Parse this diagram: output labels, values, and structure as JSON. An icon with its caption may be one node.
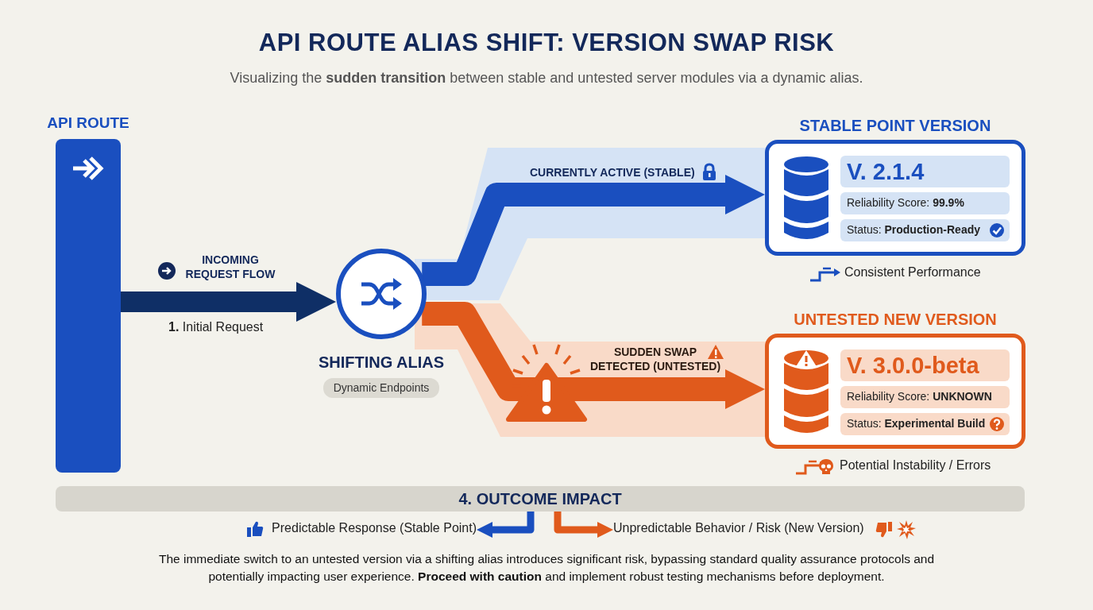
{
  "diagram": {
    "title": "API ROUTE ALIAS SHIFT: VERSION SWAP RISK",
    "caption": "Visualizing the **sudden transition** between stable and untested server modules via a dynamic alias.",
    "nodes": [
      {
        "text": [
          "API ROUTE"
        ]
      },
      {
        "text": [
          "SHIFTING ALIAS"
        ],
        "beside": [
          "Dynamic Endpoints"
        ]
      },
      {
        "text": [
          "STABLE POINT VERSION",
          "V. 2.1.4",
          "Reliability Score: **99.9%**",
          "Status: **Production-Ready**"
        ],
        "beside": [
          "Consistent Performance"
        ]
      },
      {
        "text": [
          "UNTESTED NEW VERSION",
          "V. 3.0.0-beta",
          "Reliability Score: **UNKNOWN**",
          "Status: **Experimental Build**"
        ],
        "beside": [
          "Potential Instability / Errors"
        ]
      },
      {
        "text": [
          "4. OUTCOME IMPACT"
        ]
      },
      {
        "text": [
          "Predictable Response (Stable Point)"
        ]
      },
      {
        "text": [
          "Unpredictable Behavior / Risk (New Version)"
        ]
      }
    ],
    "edges": [
      {
        "from": 0,
        "to": 1,
        "arrow": "to",
        "label": "INCOMING REQUEST FLOW",
        "color": "#0f2f66"
      },
      {
        "from": 1,
        "to": 2,
        "arrow": "to",
        "label": "CURRENTLY ACTIVE (STABLE)",
        "color": "#1a4fbf"
      },
      {
        "from": 1,
        "to": 3,
        "arrow": "to",
        "label": "SUDDEN SWAP DETECTED (UNTESTED)",
        "color": "#e05a1c"
      },
      {
        "from": 4,
        "to": 5,
        "arrow": "to",
        "color": "#1a4fbf"
      },
      {
        "from": 4,
        "to": 6,
        "arrow": "to",
        "color": "#e05a1c"
      }
    ],
    "labels": [
      "**1.** Initial Request",
      "The immediate switch to an untested version via a shifting alias introduces significant risk, bypassing standard quality assurance protocols and potentially impacting user experience. **Proceed with caution** and implement robust testing mechanisms before deployment."
    ]
  }
}
